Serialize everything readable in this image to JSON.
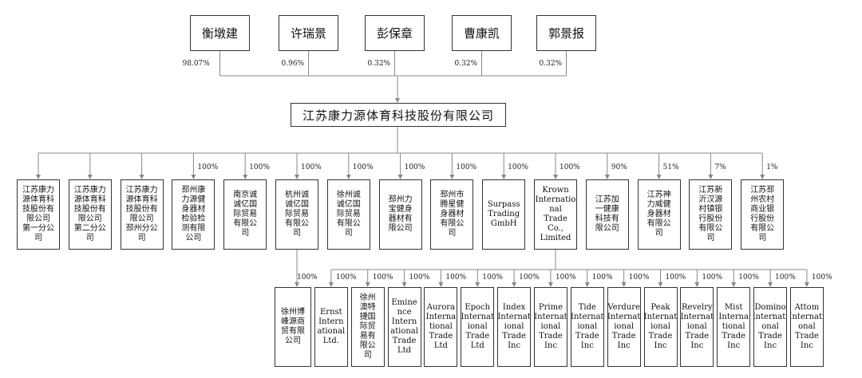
{
  "shareholders": [
    {
      "name": "衡墩建",
      "pct": "98.07%"
    },
    {
      "name": "许瑞景",
      "pct": "0.96%"
    },
    {
      "name": "彭保章",
      "pct": "0.32%"
    },
    {
      "name": "曹康凯",
      "pct": "0.32%"
    },
    {
      "name": "郭景报",
      "pct": "0.32%"
    }
  ],
  "company": {
    "name": "江苏康力源体育科技股份有限公司"
  },
  "subsidiaries": [
    {
      "name": "江苏康力\n源体育科\n技股份有\n限公司\n第一分公\n司",
      "pct": ""
    },
    {
      "name": "江苏康力\n源体育科\n技股份有\n限公司\n第二分公\n司",
      "pct": ""
    },
    {
      "name": "江苏康力\n源体育科\n技股份有\n限公司\n邳州分公\n司",
      "pct": ""
    },
    {
      "name": "邳州康\n力源健\n身器材\n检验检\n测有限\n公司",
      "pct": "100%"
    },
    {
      "name": "南京诚\n诚亿国\n际贸易\n有限公\n司",
      "pct": "100%"
    },
    {
      "name": "杭州诚\n诚亿国\n际贸易\n有限公\n司",
      "pct": "100%"
    },
    {
      "name": "徐州诚\n诚亿国\n际贸易\n有限公\n司",
      "pct": "100%"
    },
    {
      "name": "邳州力\n宝健身\n器材有\n限公司",
      "pct": "100%"
    },
    {
      "name": "邳州市\n腾星健\n身器材\n有限公\n司",
      "pct": "100%"
    },
    {
      "name": "Surpass\nTrading\nGmbH",
      "pct": "100%"
    },
    {
      "name": "Krown\nInternatio\nnal\nTrade\nCo.,\nLimited",
      "pct": "100%"
    },
    {
      "name": "江苏加\n一健康\n科技有\n限公司",
      "pct": "90%"
    },
    {
      "name": "江苏神\n力威健\n身器材\n有限公\n司",
      "pct": "51%"
    },
    {
      "name": "江苏新\n沂汉源\n村镇银\n行股份\n有限公\n司",
      "pct": "7%"
    },
    {
      "name": "江苏邳\n州农村\n商业银\n行股份\n有限公\n司",
      "pct": "1%"
    }
  ],
  "grandchildren": [
    {
      "name": "徐州博\n峰源商\n贸有限\n公司",
      "pct": "100%"
    },
    {
      "name": "Ernst\nIntern\national\nLtd.",
      "pct": "100%"
    },
    {
      "name": "徐州\n澳特\n捷国\n际贸\n易有\n限公\n司",
      "pct": "100%"
    },
    {
      "name": "Emine\nnce\nIntern\national\nTrade\nLtd",
      "pct": "100%"
    },
    {
      "name": "Aurora\nInterna\ntional\nTrade\nLtd",
      "pct": "100%"
    },
    {
      "name": "Epoch\nInternat\nional\nTrade\nLtd",
      "pct": "100%"
    },
    {
      "name": "Index\nInternat\nional\nTrade\nInc",
      "pct": "100%"
    },
    {
      "name": "Prime\nInternat\nional\nTrade\nInc",
      "pct": "100%"
    },
    {
      "name": "Tide\nInternat\nional\nTrade\nInc",
      "pct": "100%"
    },
    {
      "name": "Verdure\nInternat\nional\nTrade\nInc",
      "pct": "100%"
    },
    {
      "name": "Peak\nInternat\nional\nTrade\nInc",
      "pct": "100%"
    },
    {
      "name": "Revelry\nInternat\nional\nTrade\nInc",
      "pct": "100%"
    },
    {
      "name": "Mist\nInterna\ntional\nTrade\nInc",
      "pct": "100%"
    },
    {
      "name": "Domino\nInternati\nonal\nTrade\nInc",
      "pct": "100%"
    },
    {
      "name": "Attom\nInternati\nonal Trade\nInc",
      "pct": "100%"
    }
  ],
  "colors": {
    "line": "#888888",
    "border": "#333333",
    "text": "#111111"
  }
}
